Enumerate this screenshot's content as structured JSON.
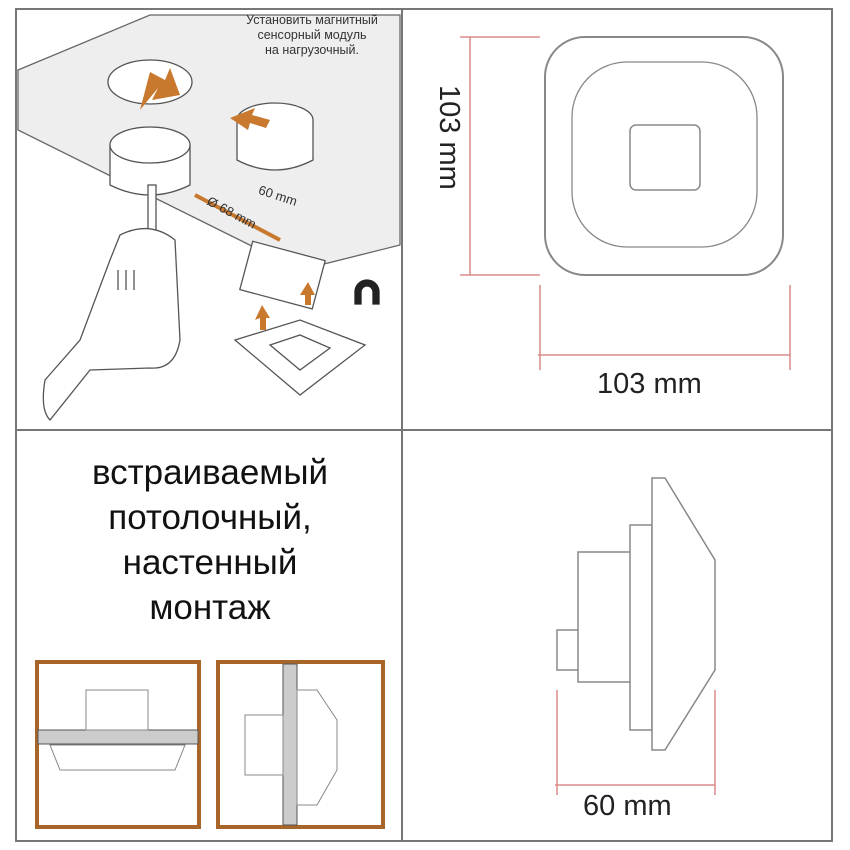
{
  "install_panel": {
    "note_lines": [
      "Установить магнитный",
      "сенсорный модуль",
      "на нагрузочный."
    ],
    "box_dimension": "60 mm",
    "hole_dimension": "Ø 68 mm"
  },
  "front_view": {
    "height_label": "103 mm",
    "width_label": "103 mm"
  },
  "mounting_panel": {
    "title_lines": [
      "встраиваемый",
      "потолочный,",
      "настенный",
      "монтаж"
    ]
  },
  "side_view": {
    "depth_label": "60 mm"
  },
  "colors": {
    "frame": "#777777",
    "arrow": "#c8792e",
    "mount_frame": "#a8652a",
    "dimension": "#d98a8a"
  }
}
